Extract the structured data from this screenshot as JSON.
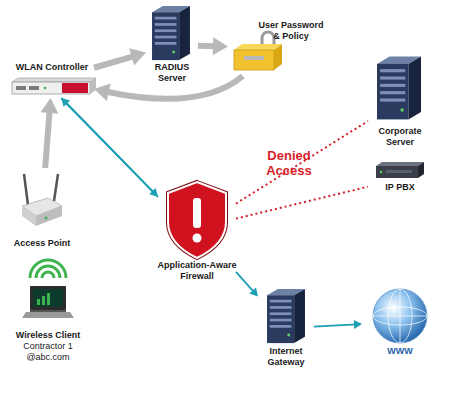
{
  "diagram": {
    "nodes": [
      {
        "text": [
          "WLAN Controller"
        ]
      },
      {
        "text": [
          "RADIUS Server"
        ]
      },
      {
        "text": [
          "User Password & Policy"
        ]
      },
      {
        "text": [
          "Corporate Server"
        ]
      },
      {
        "text": [
          "IP PBX"
        ]
      },
      {
        "text": [
          "Access Point"
        ]
      },
      {
        "text": [
          "Application-Aware Firewall"
        ]
      },
      {
        "text": [
          "Wireless Client",
          "Contractor 1 @abc.com"
        ]
      },
      {
        "text": [
          "Internet Gateway"
        ]
      },
      {
        "text": [
          "WWW"
        ]
      }
    ],
    "edges": [
      {
        "from": 0,
        "to": 1,
        "arrow": "to"
      },
      {
        "from": 1,
        "to": 2,
        "arrow": "to"
      },
      {
        "from": 2,
        "to": 0,
        "arrow": "to"
      },
      {
        "from": 5,
        "to": 0,
        "arrow": "to"
      },
      {
        "from": 0,
        "to": 6,
        "arrow": "to"
      },
      {
        "from": 6,
        "to": 0,
        "arrow": "to"
      },
      {
        "from": 6,
        "to": 3,
        "arrow": "none"
      },
      {
        "from": 6,
        "to": 4,
        "arrow": "none"
      },
      {
        "from": 6,
        "to": 8,
        "arrow": "to"
      },
      {
        "from": 8,
        "to": 9,
        "arrow": "to"
      }
    ],
    "labels": [
      "Denied Access"
    ]
  }
}
